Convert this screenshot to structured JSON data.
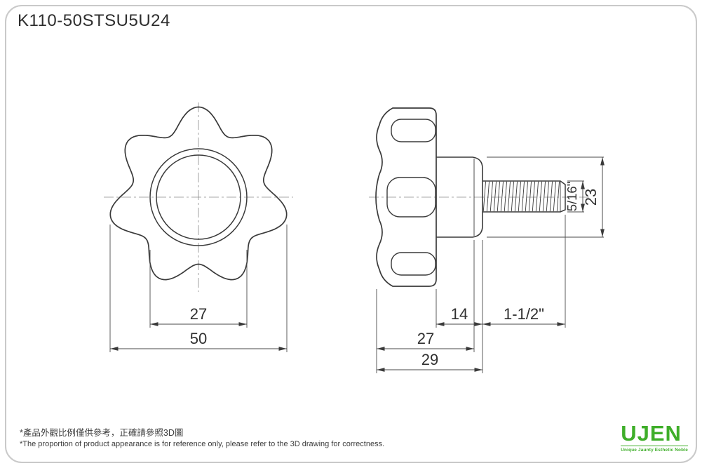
{
  "page": {
    "title": "K110-50STSU5U24",
    "footnote_zh": "*產品外觀比例僅供參考，正確請參照3D圖",
    "footnote_en": "*The proportion of product appearance is for reference only, please refer to the 3D drawing for correctness."
  },
  "logo": {
    "name": "UJEN",
    "tagline": "Unique Jaunty Esthetic Noble",
    "brand_color": "#3fae2a"
  },
  "dims": {
    "front_bore": "27",
    "front_od": "50",
    "hub_length": "14",
    "thread_length": "1-1/2\"",
    "body_length": "27",
    "total_length": "29",
    "thread_dia": "5/16\"",
    "hub_dia": "23"
  },
  "drawing": {
    "line_color": "#3a3a3a"
  }
}
